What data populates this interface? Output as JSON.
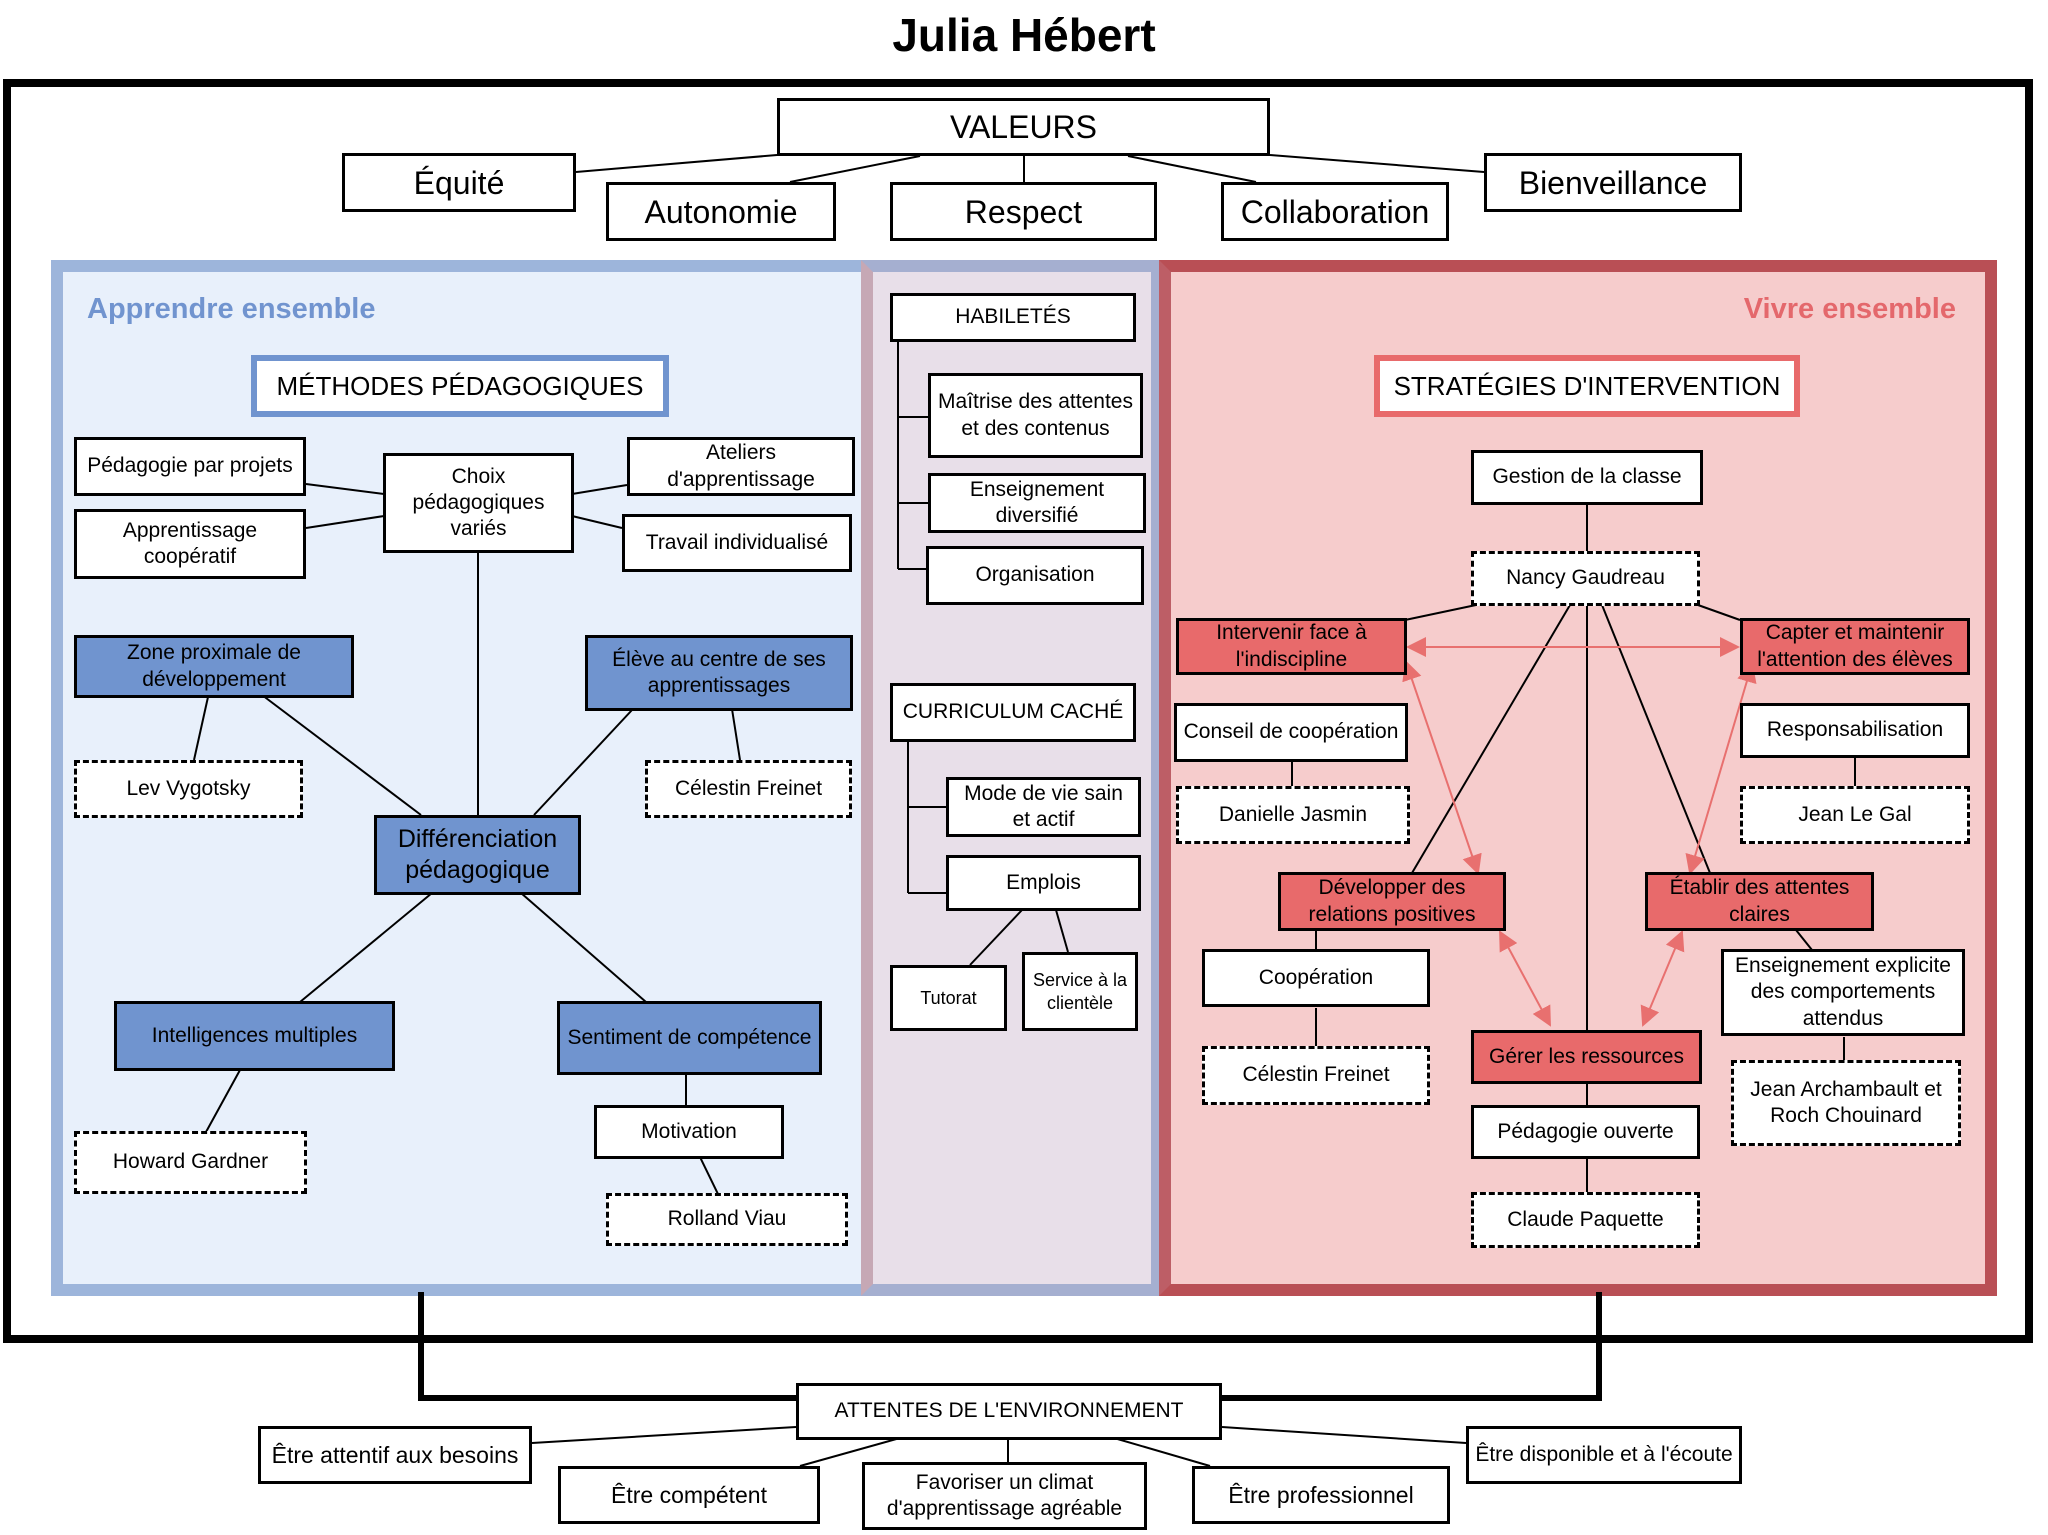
{
  "title": "Julia Hébert",
  "values": {
    "header": "VALEURS",
    "items": [
      "Équité",
      "Autonomie",
      "Respect",
      "Collaboration",
      "Bienveillance"
    ]
  },
  "learn": {
    "title": "Apprendre ensemble",
    "header": "MÉTHODES PÉDAGOGIQUES",
    "choix": "Choix pédagogiques variés",
    "projets": "Pédagogie par projets",
    "cooperatif": "Apprentissage coopératif",
    "ateliers": "Ateliers d'apprentissage",
    "individualise": "Travail individualisé",
    "zone": "Zone proximale de développement",
    "vygotsky": "Lev Vygotsky",
    "eleve_centre": "Élève au centre de ses apprentissages",
    "freinet": "Célestin Freinet",
    "differenciation": "Différenciation pédagogique",
    "intelligences": "Intelligences multiples",
    "gardner": "Howard Gardner",
    "sentiment": "Sentiment de compétence",
    "motivation": "Motivation",
    "viau": "Rolland Viau"
  },
  "middle": {
    "habiletes": "HABILETÉS",
    "maitrise": "Maîtrise des attentes et des contenus",
    "enseignement": "Enseignement diversifié",
    "organisation": "Organisation",
    "curriculum": "CURRICULUM CACHÉ",
    "mode_vie": "Mode de vie sain et actif",
    "emplois": "Emplois",
    "tutorat": "Tutorat",
    "service": "Service à la clientèle"
  },
  "live": {
    "title": "Vivre ensemble",
    "header": "STRATÉGIES D'INTERVENTION",
    "gestion": "Gestion de la classe",
    "gaudreau": "Nancy Gaudreau",
    "indiscipline": "Intervenir face à l'indiscipline",
    "attention": "Capter et maintenir l'attention des élèves",
    "conseil": "Conseil de coopération",
    "jasmin": "Danielle Jasmin",
    "responsabilisation": "Responsabilisation",
    "legal": "Jean Le Gal",
    "relations": "Développer des relations positives",
    "attentes": "Établir des attentes claires",
    "cooperation": "Coopération",
    "freinet": "Célestin Freinet",
    "ressources": "Gérer les ressources",
    "explicite": "Enseignement explicite des comportements attendus",
    "archambault": "Jean Archambault et Roch Chouinard",
    "ouverte": "Pédagogie ouverte",
    "paquette": "Claude Paquette"
  },
  "environment": {
    "header": "ATTENTES DE L'ENVIRONNEMENT",
    "items": [
      "Être attentif aux besoins",
      "Être compétent",
      "Favoriser un climat d'apprentissage agréable",
      "Être professionnel",
      "Être disponible et à l'écoute"
    ]
  },
  "colors": {
    "blue_fill": "#7094cf",
    "red_fill": "#e86a6b",
    "arrow": "#e8706f"
  }
}
